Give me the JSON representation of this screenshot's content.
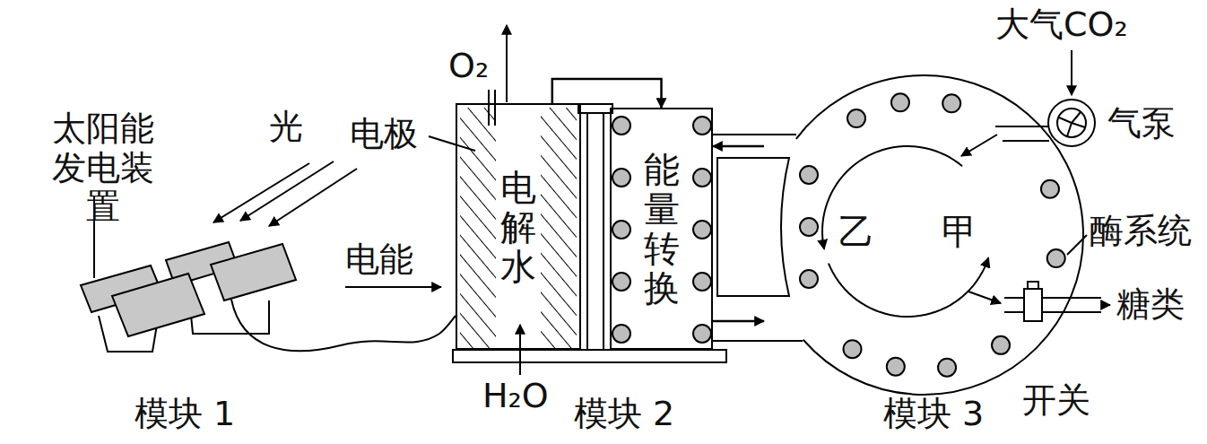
{
  "diagram": {
    "nodes": [
      {
        "text": [
          "电解水"
        ]
      },
      {
        "text": [
          "能量转换"
        ]
      },
      {
        "text": [
          "乙",
          "甲"
        ]
      }
    ],
    "edges": [
      {
        "from": 0,
        "to": 1,
        "arrow": "to"
      },
      {
        "from": 2,
        "to": 1,
        "arrow": "to"
      },
      {
        "from": 1,
        "to": 2,
        "arrow": "to"
      }
    ],
    "labels": [
      "太阳能 发电装置",
      "光",
      "电能",
      "电极",
      "O₂",
      "H₂O",
      "大气CO₂",
      "气泵",
      "酶系统",
      "开关",
      "糖类",
      "模块 1",
      "模块 2",
      "模块 3"
    ]
  }
}
